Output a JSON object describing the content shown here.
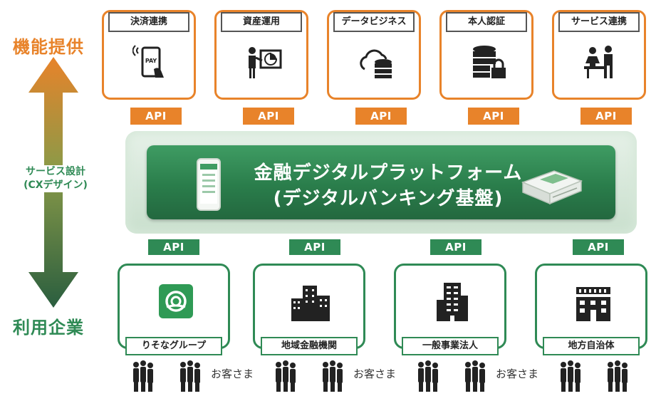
{
  "side": {
    "top_label": "機能提供",
    "middle_label_line1": "サービス設計",
    "middle_label_line2": "(CXデザイン)",
    "bottom_label": "利用企業"
  },
  "services": [
    {
      "label": "決済連携",
      "icon": "mobile-pay-icon"
    },
    {
      "label": "資産運用",
      "icon": "presentation-icon"
    },
    {
      "label": "データビジネス",
      "icon": "cloud-database-icon"
    },
    {
      "label": "本人認証",
      "icon": "secure-database-icon"
    },
    {
      "label": "サービス連携",
      "icon": "service-counter-icon"
    }
  ],
  "api_label": "API",
  "platform": {
    "title": "金融デジタルプラットフォーム",
    "subtitle": "(デジタルバンキング基盤)"
  },
  "entities": [
    {
      "label": "りそなグループ",
      "icon": "resona-logo-icon"
    },
    {
      "label": "地域金融機関",
      "icon": "bank-buildings-icon"
    },
    {
      "label": "一般事業法人",
      "icon": "office-tower-icon"
    },
    {
      "label": "地方自治体",
      "icon": "municipal-building-icon"
    }
  ],
  "customers_label": "お客さま",
  "colors": {
    "orange": "#e8832a",
    "green": "#2f8a55",
    "dark": "#222222"
  }
}
